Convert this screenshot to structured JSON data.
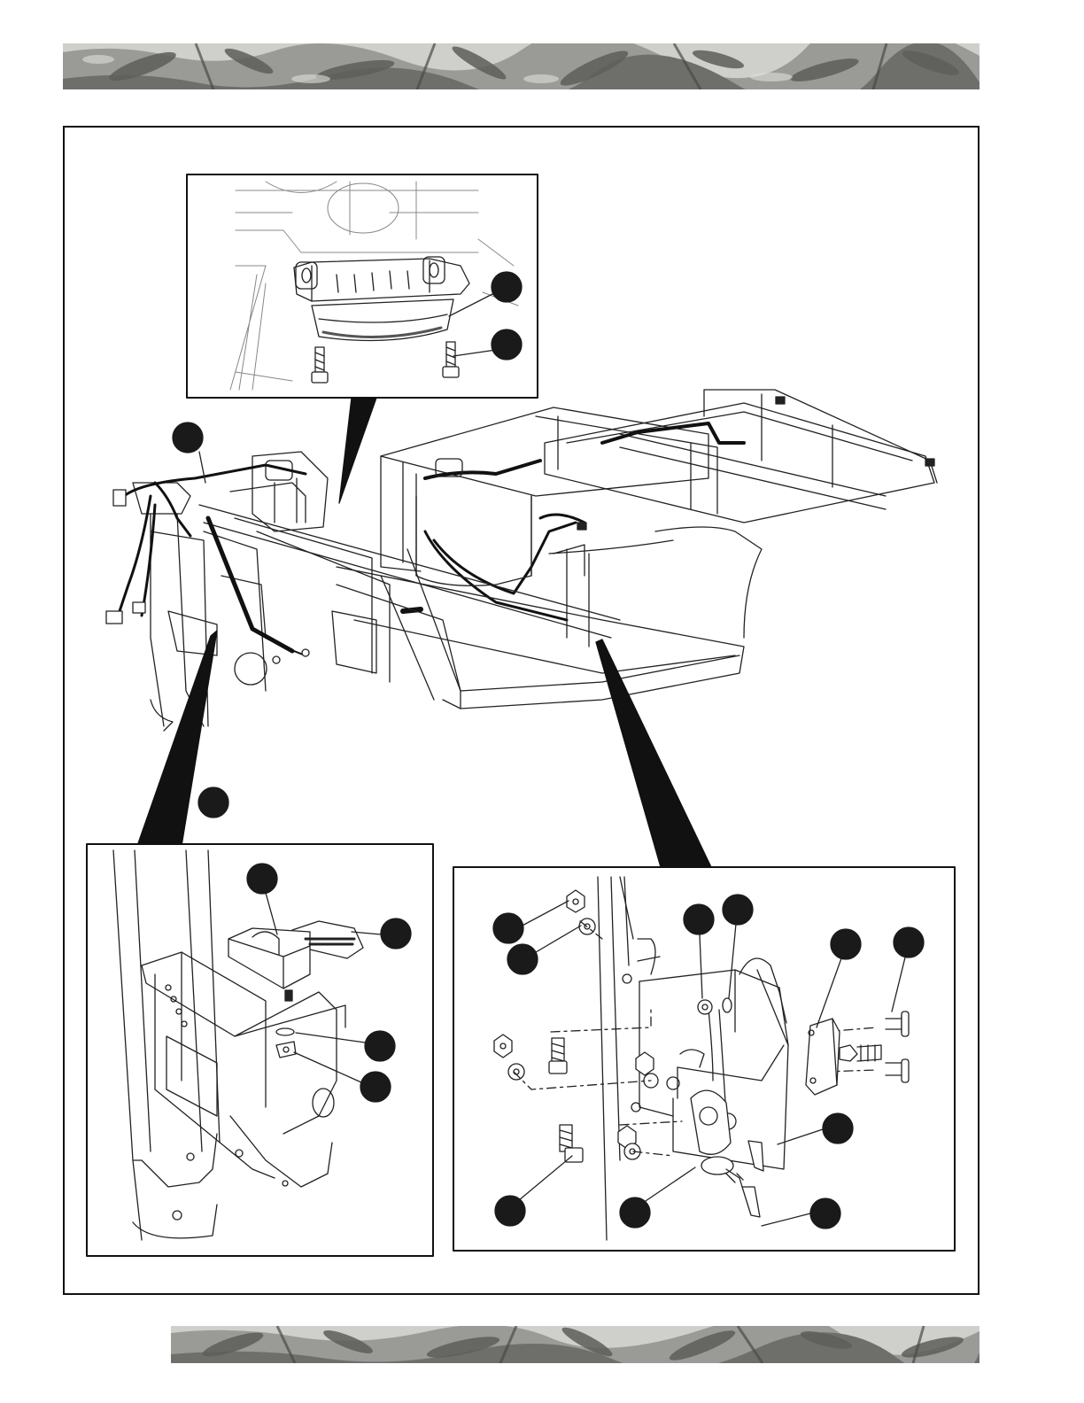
{
  "figure": {
    "callout_count": 19,
    "insets": [
      "top-center",
      "bottom-left",
      "bottom-right"
    ]
  },
  "colors": {
    "line": "#222222",
    "callout_fill": "#1a1a1a",
    "banner_base": "#9a9a96",
    "banner_dark": "#5e5e5a",
    "banner_light": "#cfcfcb"
  },
  "icons": {
    "callout": "filled-circle"
  }
}
